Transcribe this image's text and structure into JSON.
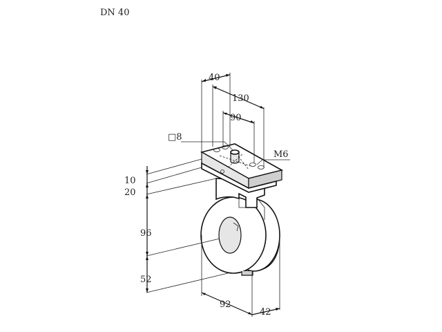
{
  "title": "DN 40",
  "dimensions": {
    "d40": "40",
    "d130": "130",
    "d90": "90",
    "square": "□8",
    "thread": "M6",
    "d10": "10",
    "d20": "20",
    "d96": "96",
    "d52": "52",
    "d92": "92",
    "d42": "42"
  }
}
